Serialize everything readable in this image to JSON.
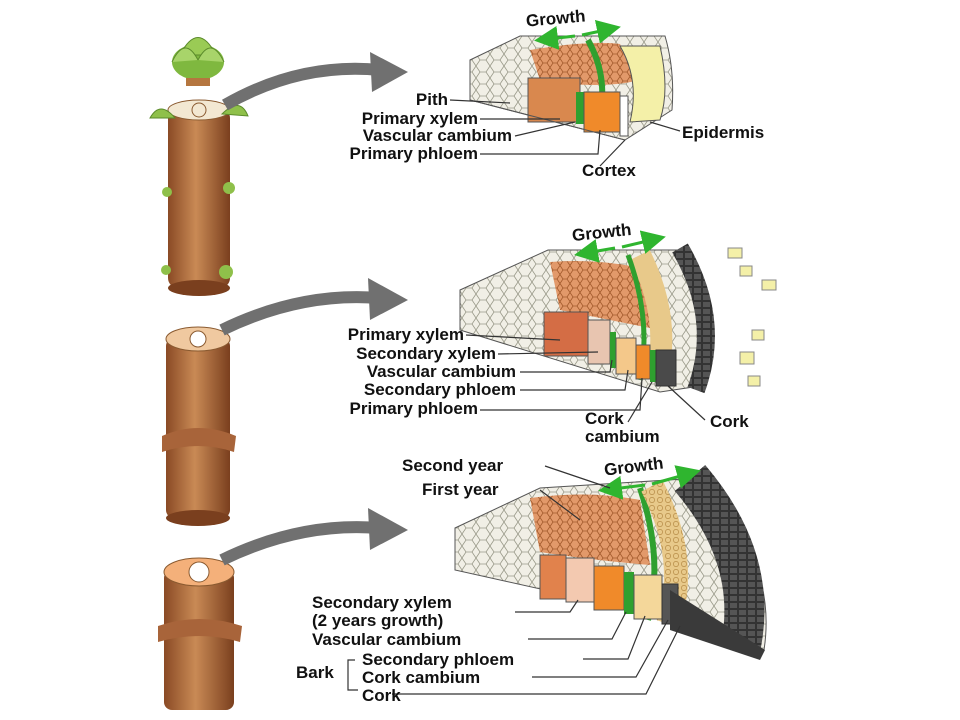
{
  "panels": [
    {
      "growth": "Growth",
      "left_labels": [
        "Pith",
        "Primary xylem",
        "Vascular cambium",
        "Primary phloem"
      ],
      "right_labels": [
        "Epidermis",
        "Cortex"
      ]
    },
    {
      "growth": "Growth",
      "left_labels": [
        "Primary xylem",
        "Secondary xylem",
        "Vascular cambium",
        "Secondary phloem",
        "Primary phloem"
      ],
      "right_labels": [
        "Cork",
        "Cork cambium"
      ]
    },
    {
      "growth": "Growth",
      "top_labels": [
        "Second year",
        "First year"
      ],
      "left_labels": [
        "Secondary xylem",
        "(2 years growth)",
        "Vascular cambium",
        "Secondary phloem",
        "Cork cambium",
        "Cork"
      ],
      "bark_label": "Bark"
    }
  ],
  "colors": {
    "stem": "#b0703f",
    "bud": "#8fc04a",
    "pith": "#f1efe6",
    "xylem": "#d98857",
    "cambium": "#2fa02f",
    "phloem": "#f08a2a",
    "epidermis": "#f4f0a8",
    "cork": "#4a4a4a",
    "arrow": "#6f6f6f"
  }
}
